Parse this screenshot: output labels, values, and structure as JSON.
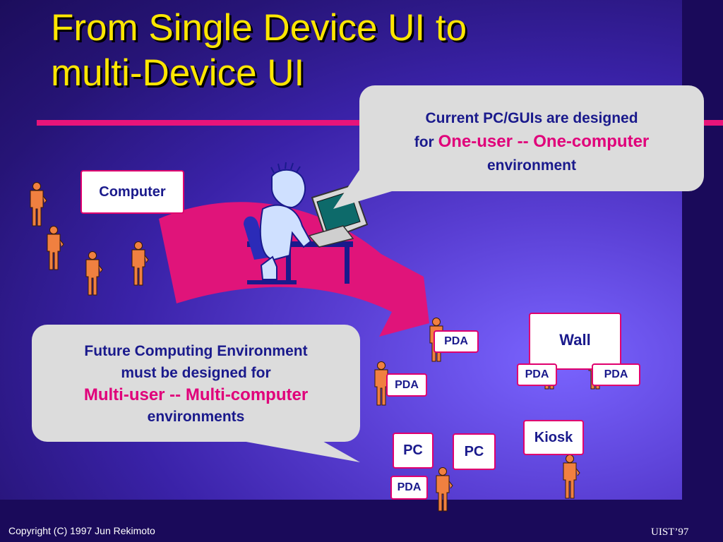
{
  "slide": {
    "title_line1": "From Single Device UI to",
    "title_line2": "multi-Device UI"
  },
  "callout_top": {
    "line1": "Current PC/GUIs are designed",
    "line2_prefix": "for",
    "line2_highlight": "One-user -- One-computer",
    "line3": "environment"
  },
  "callout_bottom": {
    "line1": "Future Computing Environment",
    "line2": "must be designed for",
    "line3_highlight": "Multi-user -- Multi-computer",
    "line4": "environments"
  },
  "labels": {
    "computer": "Computer",
    "wall": "Wall",
    "kiosk": "Kiosk",
    "pc_1": "PC",
    "pc_2": "PC",
    "pda_1": "PDA",
    "pda_2": "PDA",
    "pda_3": "PDA",
    "pda_4": "PDA",
    "pda_5": "PDA"
  },
  "footer": {
    "copyright": "Copyright (C) 1997 Jun Rekimoto",
    "venue": "UIST’97"
  },
  "colors": {
    "title": "#ffe600",
    "accent": "#e8147a",
    "figure": "#f08040",
    "text_dark": "#1a1a8c"
  }
}
